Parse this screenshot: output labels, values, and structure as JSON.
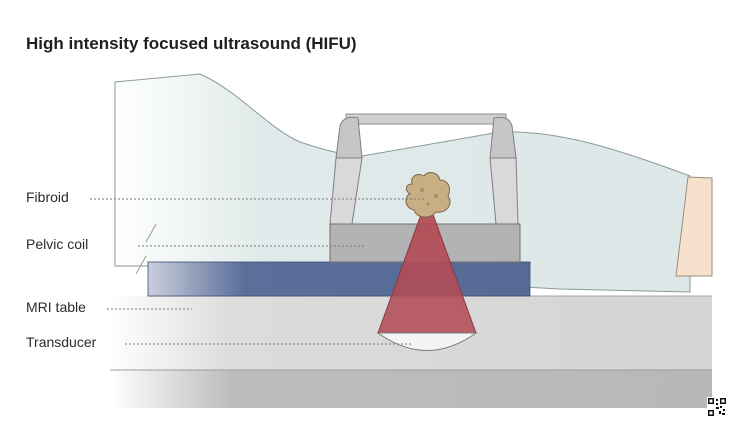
{
  "title": "High intensity focused ultrasound (HIFU)",
  "labels": {
    "fibroid": "Fibroid",
    "pelvic_coil": "Pelvic coil",
    "mri_table": "MRI table",
    "transducer": "Transducer"
  },
  "colors": {
    "mri_table_top": "#5b6f9a",
    "pelvic_coil": "#b3b3b3",
    "body": "#dde7e7",
    "fibroid": "#c9ad84",
    "beam": "#b24b55",
    "skin": "#f6e2cc",
    "frame": "#d6d6d6"
  }
}
